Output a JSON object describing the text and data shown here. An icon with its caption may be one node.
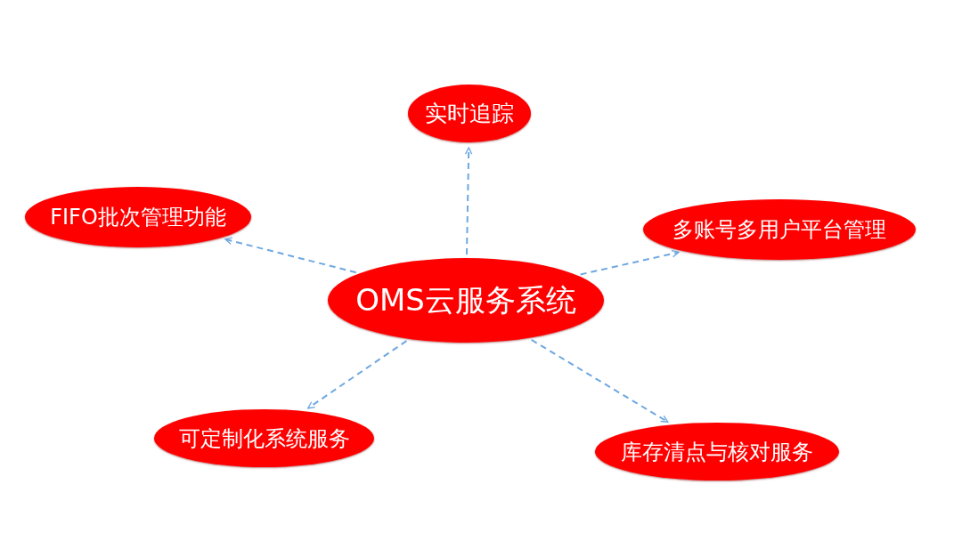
{
  "diagram": {
    "nodes": [
      {
        "text": [
          "实时追踪"
        ]
      },
      {
        "text": [
          "FIFO批次管理功能"
        ]
      },
      {
        "text": [
          "多账号多用户平台管理"
        ]
      },
      {
        "text": [
          "OMS云服务系统"
        ]
      },
      {
        "text": [
          "可定制化系统服务"
        ]
      },
      {
        "text": [
          "库存清点与核对服务"
        ]
      }
    ],
    "edges": [
      {
        "from": 3,
        "to": 0,
        "arrow": "to",
        "style": "dashed"
      },
      {
        "from": 3,
        "to": 1,
        "arrow": "to",
        "style": "dashed"
      },
      {
        "from": 3,
        "to": 2,
        "arrow": "to",
        "style": "dashed"
      },
      {
        "from": 3,
        "to": 4,
        "arrow": "to",
        "style": "dashed"
      },
      {
        "from": 3,
        "to": 5,
        "arrow": "to",
        "style": "dashed"
      }
    ]
  }
}
